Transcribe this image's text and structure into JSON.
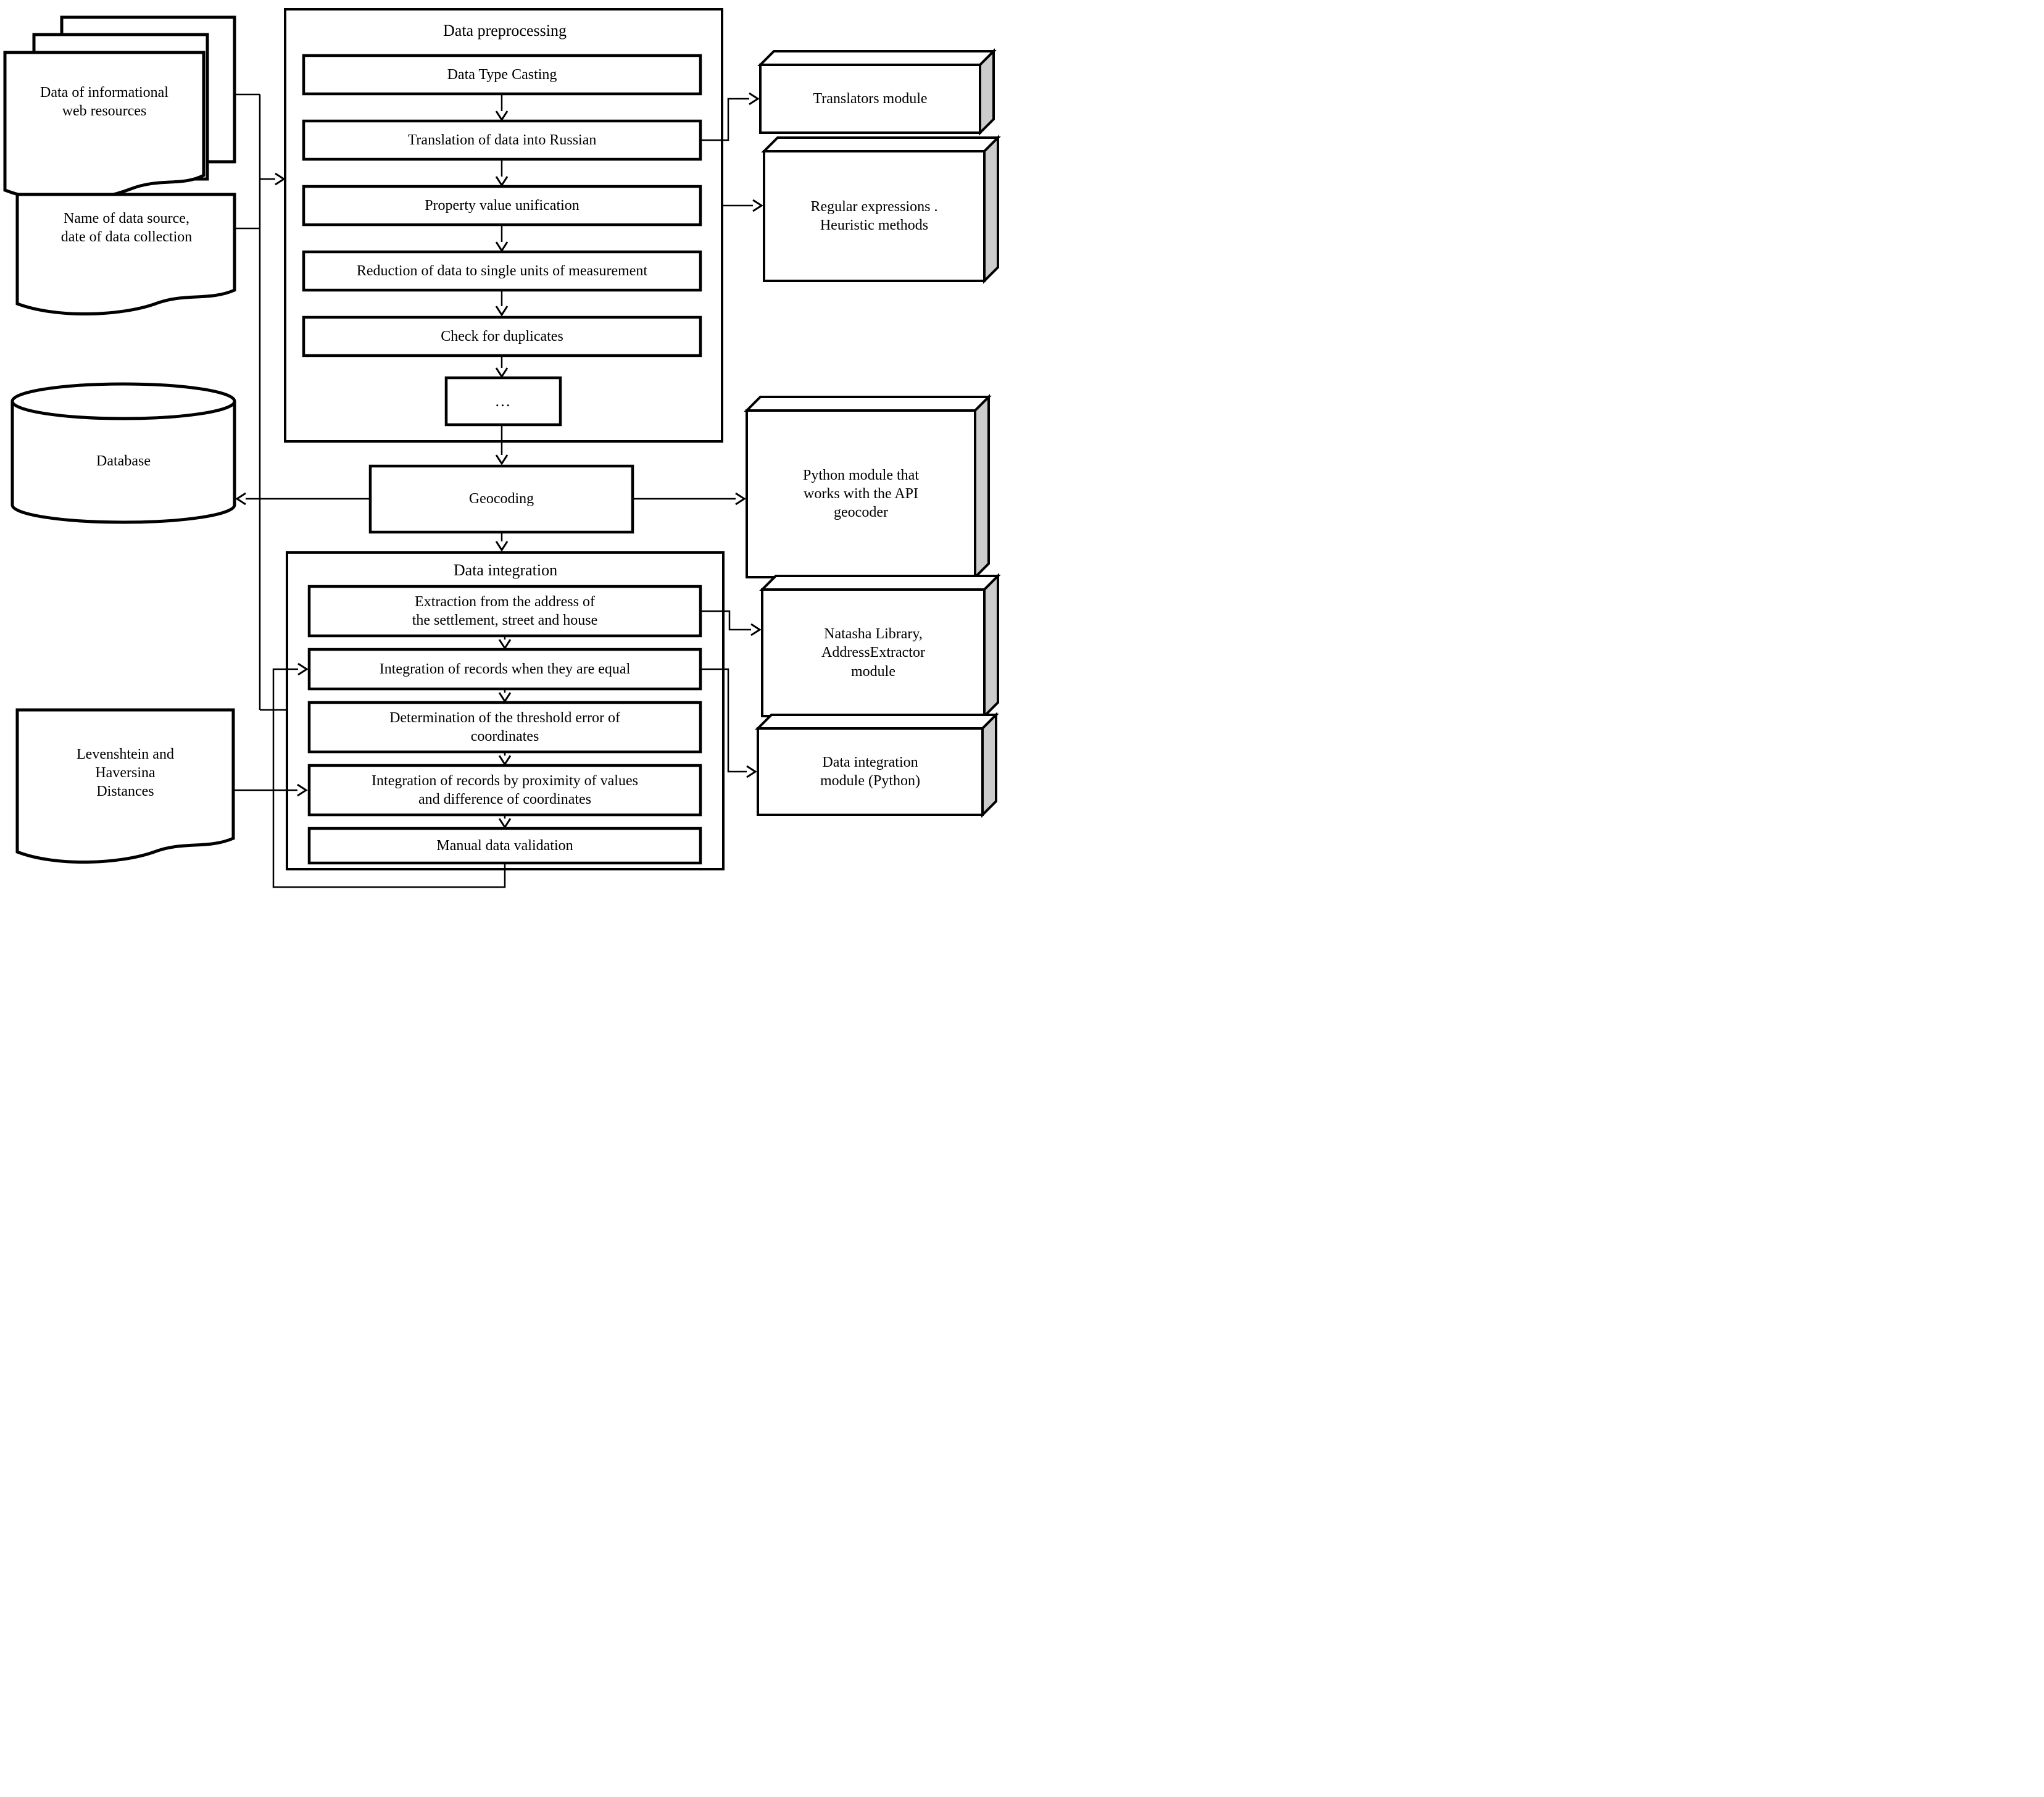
{
  "diagram_type": "flowchart",
  "nodes": {
    "web_resources": "Data of informational\nweb resources",
    "data_source": "Name of data source,\ndate of data collection",
    "database": "Database",
    "levenshtein": "Levenshtein  and\nHaversina\nDistances",
    "geocoding": "Geocoding",
    "preprocessing": {
      "title": "Data preprocessing",
      "steps": [
        "Data Type Casting",
        "Translation of data into Russian",
        "Property value unification",
        "Reduction of data to single units of measurement",
        "Check for duplicates",
        "…"
      ]
    },
    "integration": {
      "title": "Data integration",
      "steps": [
        "Extraction from the address of\nthe settlement, street and house",
        "Integration of records when they are equal",
        "Determination of the threshold error of\ncoordinates",
        "Integration of records by proximity of values\nand difference of coordinates",
        "Manual data validation"
      ]
    },
    "modules": [
      "Translators module",
      "Regular expressions .\nHeuristic methods",
      "Python module that\nworks with the API\ngeocoder",
      "Natasha Library,\nAddressExtractor\nmodule",
      "Data integration\nmodule (Python)"
    ]
  },
  "colors": {
    "line": "#000000",
    "shape_fill": "#ffffff",
    "module_side": "#cccccc",
    "background": "#ffffff"
  }
}
